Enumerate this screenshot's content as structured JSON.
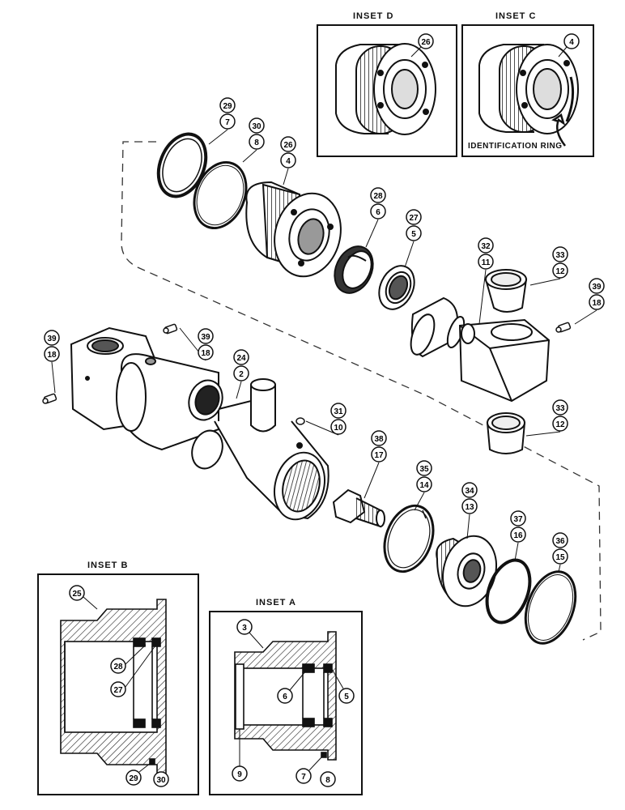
{
  "insets": {
    "a": {
      "title": "INSET A"
    },
    "b": {
      "title": "INSET B"
    },
    "c": {
      "title": "INSET C",
      "note": "IDENTIFICATION RING"
    },
    "d": {
      "title": "INSET D"
    }
  },
  "callouts": [
    {
      "id": "c29t",
      "top": "29",
      "bottom": "7"
    },
    {
      "id": "c30t",
      "top": "30",
      "bottom": "8"
    },
    {
      "id": "c26t",
      "top": "26",
      "bottom": "4"
    },
    {
      "id": "c28t",
      "top": "28",
      "bottom": "6"
    },
    {
      "id": "c27t",
      "top": "27",
      "bottom": "5"
    },
    {
      "id": "c32t",
      "top": "32",
      "bottom": "11"
    },
    {
      "id": "c33a",
      "top": "33",
      "bottom": "12"
    },
    {
      "id": "c39r",
      "top": "39",
      "bottom": "18"
    },
    {
      "id": "c39l",
      "top": "39",
      "bottom": "18"
    },
    {
      "id": "c39m",
      "top": "39",
      "bottom": "18"
    },
    {
      "id": "c24t",
      "top": "24",
      "bottom": "2"
    },
    {
      "id": "c31t",
      "top": "31",
      "bottom": "10"
    },
    {
      "id": "c33b",
      "top": "33",
      "bottom": "12"
    },
    {
      "id": "c38t",
      "top": "38",
      "bottom": "17"
    },
    {
      "id": "c35t",
      "top": "35",
      "bottom": "14"
    },
    {
      "id": "c34t",
      "top": "34",
      "bottom": "13"
    },
    {
      "id": "c37t",
      "top": "37",
      "bottom": "16"
    },
    {
      "id": "c36t",
      "top": "36",
      "bottom": "15"
    }
  ],
  "single_callouts": {
    "inset_d_26": "26",
    "inset_c_4": "4",
    "inset_b_25": "25",
    "inset_b_28": "28",
    "inset_b_27": "27",
    "inset_b_29": "29",
    "inset_b_30": "30",
    "inset_a_3": "3",
    "inset_a_6": "6",
    "inset_a_5": "5",
    "inset_a_9": "9",
    "inset_a_7": "7",
    "inset_a_8": "8"
  }
}
